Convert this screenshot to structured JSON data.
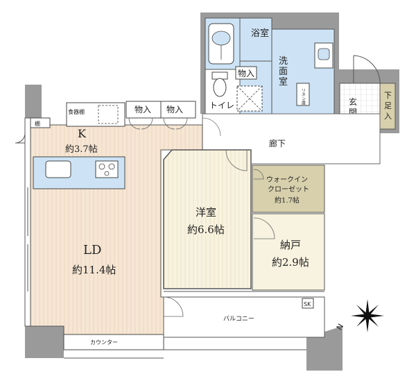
{
  "rooms": {
    "bath": "浴室",
    "washroom": [
      "洗",
      "面",
      "室"
    ],
    "toilet": "トイレ",
    "linen": "リネン庫",
    "entrance": [
      "玄",
      "関"
    ],
    "shoe_storage": [
      "下",
      "足",
      "入"
    ],
    "corridor": "廊下",
    "kitchen": {
      "name": "K",
      "size": "約3.7帖"
    },
    "living_dining": {
      "name": "LD",
      "size": "約11.4帖"
    },
    "western_room": {
      "name": "洋室",
      "size": "約6.6帖"
    },
    "walk_in_closet": {
      "name_line1": "ウォークイン",
      "name_line2": "クローゼット",
      "size": "約1.7帖"
    },
    "storeroom": {
      "name": "納戸",
      "size": "約2.9帖"
    },
    "balcony": "バルコニー"
  },
  "storage": {
    "monoire": "物入",
    "shokkidana": "食器棚",
    "tana": "棚"
  },
  "fixtures": {
    "counter": "カウンター",
    "sleeve_duct": "SK"
  },
  "compass": {
    "north_label": "N"
  },
  "colors": {
    "wall": "#9a9a9a",
    "wet_area": "#cde3f5",
    "floor_wood": "#f6e7d6",
    "room_cream": "#f7f2df",
    "closet_khaki": "#d8d0ac",
    "kitchen_counter": "#cde3f5"
  }
}
